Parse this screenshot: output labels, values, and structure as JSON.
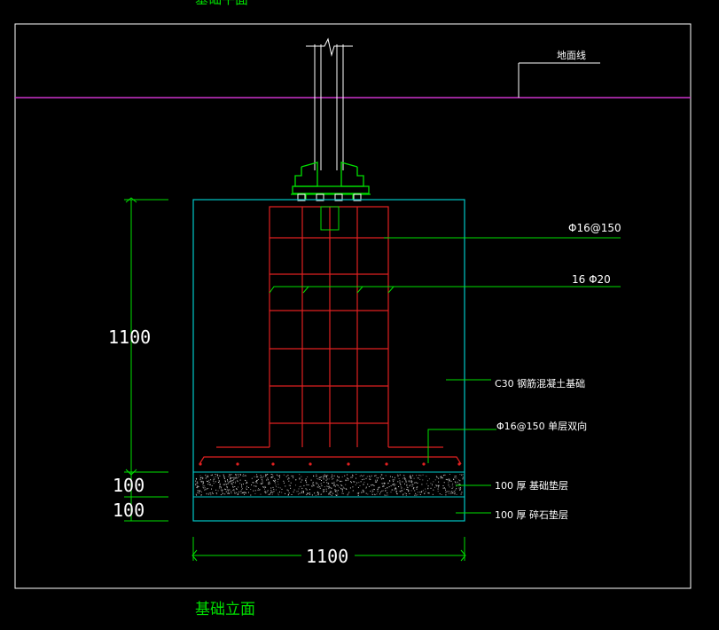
{
  "drawing": {
    "top_title": "基础平面",
    "title": "基础立面",
    "ground_line_label": "地面线",
    "dims": {
      "height": "1100",
      "bed_layer": "100",
      "gravel_layer": "100",
      "width": "1100"
    },
    "labels": {
      "stirrup": "Φ16@150",
      "main_bars": "16 Φ20",
      "concrete": "C30 钢筋混凝土基础",
      "bottom_mesh": "Φ16@150 单层双向",
      "bed_layer": "100 厚 基础垫层",
      "gravel_layer": "100 厚 碎石垫层"
    },
    "colors": {
      "background": "#000000",
      "frame": "#ffffff",
      "ground_line": "#cc33cc",
      "foundation": "#00c8c8",
      "rebar": "#e02020",
      "dimension": "#00e000",
      "text": "#ffffff"
    }
  }
}
